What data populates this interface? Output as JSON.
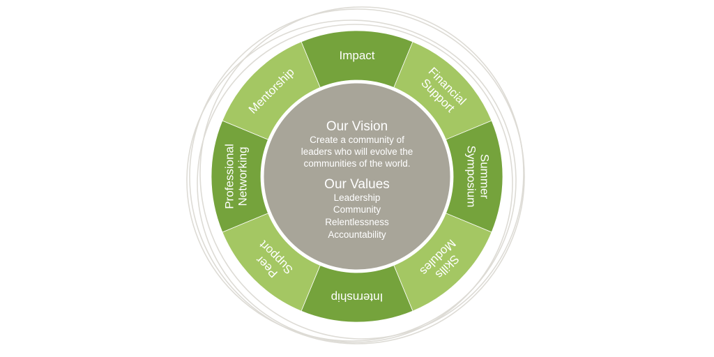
{
  "colors": {
    "dark_green": "#75a33c",
    "light_green": "#a4c763",
    "center": "#a8a599",
    "outer_rings": "#dddbd5"
  },
  "wheel": {
    "segments": [
      {
        "label_lines": [
          "Impact"
        ],
        "tone": "dark"
      },
      {
        "label_lines": [
          "Financial",
          "Support"
        ],
        "tone": "light"
      },
      {
        "label_lines": [
          "Summer",
          "Symposium"
        ],
        "tone": "dark"
      },
      {
        "label_lines": [
          "Skills",
          "Modules"
        ],
        "tone": "light"
      },
      {
        "label_lines": [
          "Internship"
        ],
        "tone": "dark"
      },
      {
        "label_lines": [
          "Peer",
          "Support"
        ],
        "tone": "light"
      },
      {
        "label_lines": [
          "Professional",
          "Networking"
        ],
        "tone": "dark"
      },
      {
        "label_lines": [
          "Mentorship"
        ],
        "tone": "light"
      }
    ]
  },
  "center": {
    "vision_title": "Our Vision",
    "vision_lines": [
      "Create a community of",
      "leaders who will evolve the",
      "communities of the world."
    ],
    "values_title": "Our Values",
    "values": [
      "Leadership",
      "Community",
      "Relentlessness",
      "Accountability"
    ]
  }
}
